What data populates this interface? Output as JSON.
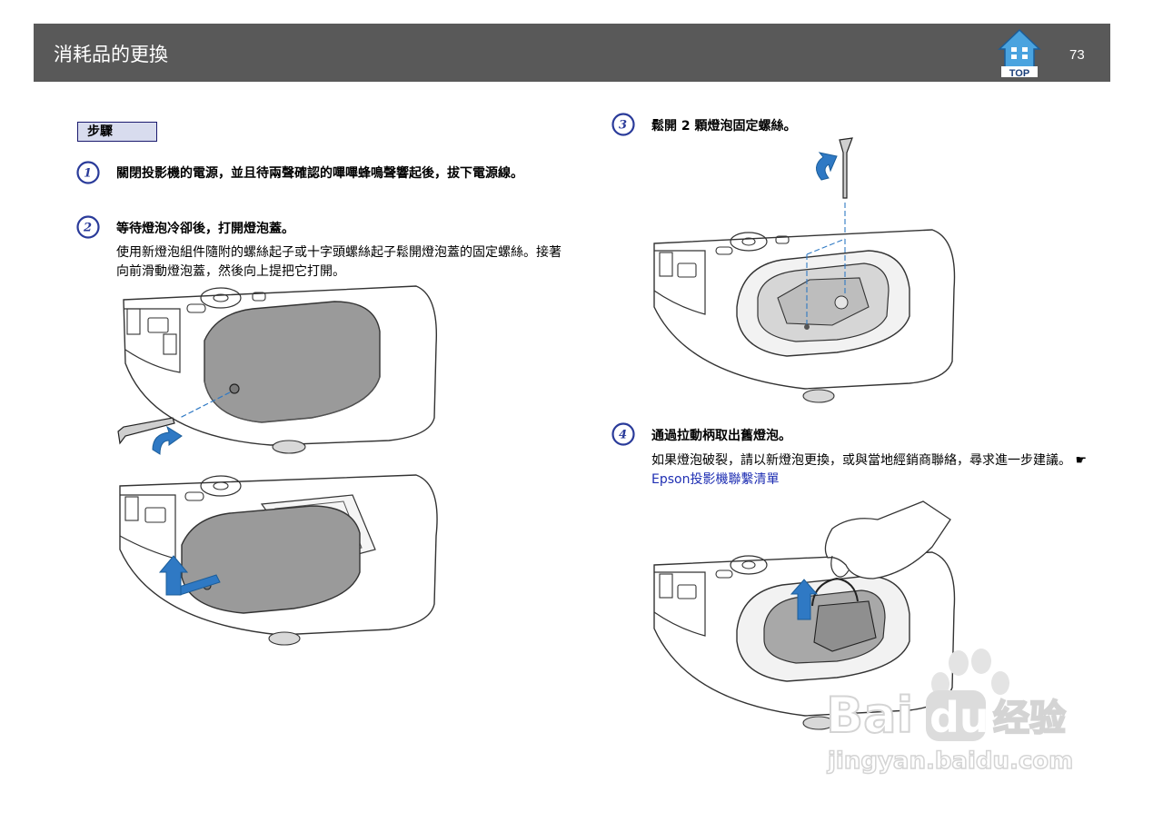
{
  "header": {
    "title": "消耗品的更換",
    "top_label": "TOP",
    "page_number": "73"
  },
  "steps_label": "步驟",
  "steps": [
    {
      "number": "1",
      "title": "關閉投影機的電源，並且待兩聲確認的嗶嗶蜂鳴聲響起後，拔下電源線。"
    },
    {
      "number": "2",
      "title": "等待燈泡冷卻後，打開燈泡蓋。",
      "body": "使用新燈泡組件隨附的螺絲起子或十字頭螺絲起子鬆開燈泡蓋的固定螺絲。接著向前滑動燈泡蓋，然後向上提把它打開。"
    },
    {
      "number": "3",
      "title": "鬆開 2 顆燈泡固定螺絲。"
    },
    {
      "number": "4",
      "title": "通過拉動柄取出舊燈泡。",
      "body": "如果燈泡破裂，請以新燈泡更換，或與當地經銷商聯絡，尋求進一步建議。",
      "link_symbol": "☛",
      "link_text": "Epson投影機聯繫清單"
    }
  ],
  "watermark": {
    "brand": "Bai",
    "brand2": "du",
    "suffix": "经验",
    "url": "jingyan.baidu.com"
  },
  "colors": {
    "header_bg": "#595959",
    "badge_blue": "#2a3b9a",
    "arrow_blue": "#2f79c4",
    "link_blue": "#1f2fb3",
    "cover_gray": "#9a9a9a"
  }
}
